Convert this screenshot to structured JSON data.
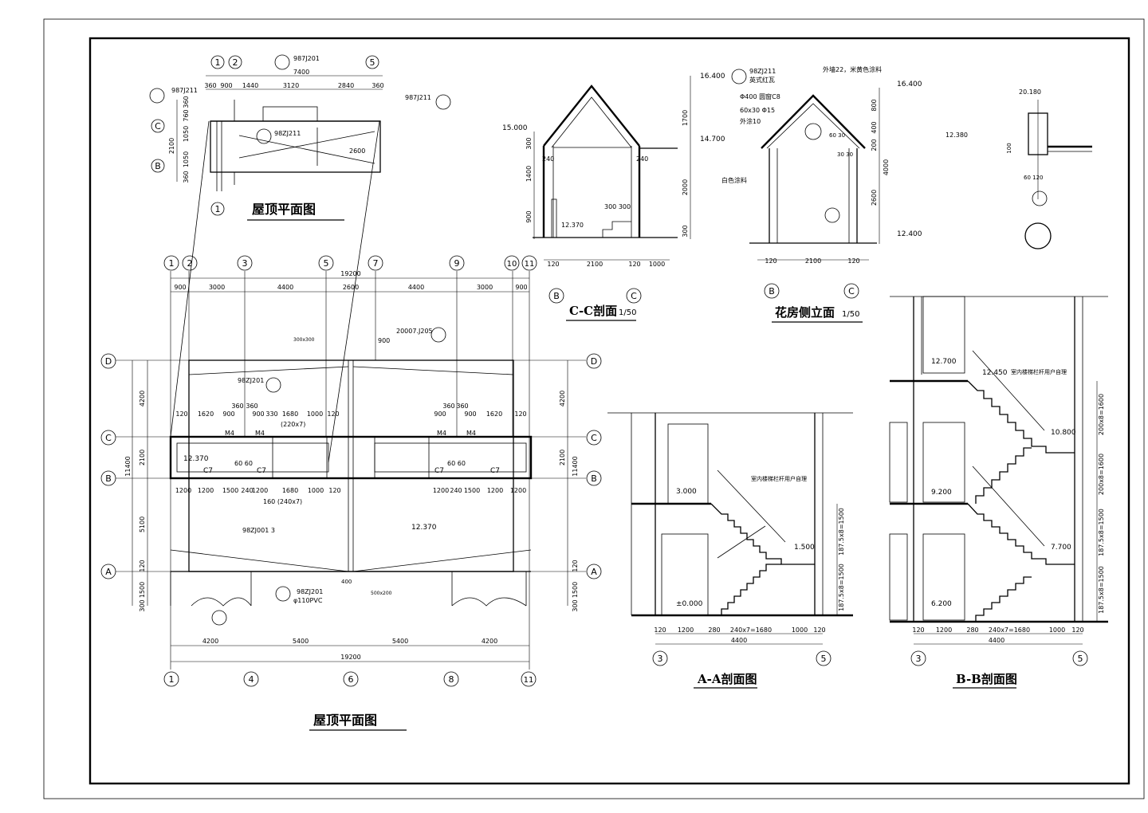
{
  "titles": {
    "roof_small": "屋顶平面图",
    "roof_large": "屋顶平面图",
    "section_cc": "C-C剖面",
    "section_cc_scale": "1/50",
    "flower_side": "花房侧立面",
    "flower_side_scale": "1/50",
    "section_aa": "A-A剖面图",
    "section_bb": "B-B剖面图"
  },
  "roof_small": {
    "axes_top": [
      "1",
      "2",
      "5"
    ],
    "axes_left": [
      "C",
      "B"
    ],
    "axis_bottom": "1",
    "dims_top_total": "7400",
    "dims_top": [
      "360",
      "900",
      "1440",
      "3120",
      "2840",
      "360"
    ],
    "dims_left": [
      "2100",
      "1050",
      "1050",
      "360",
      "360",
      "760"
    ],
    "ref_tag_top": "987J201",
    "ref_tag_left": "987J211",
    "ref_tag_right": "987J211",
    "ref_tag_mid": "98ZJ211",
    "dim_2600": "2600"
  },
  "roof_large": {
    "axes_top": [
      "1",
      "2",
      "3",
      "5",
      "7",
      "9",
      "10",
      "11"
    ],
    "axes_bottom": [
      "1",
      "4",
      "6",
      "8",
      "11"
    ],
    "axes_rows": [
      "D",
      "C",
      "B",
      "A"
    ],
    "total_top": "19200",
    "total_bottom": "19200",
    "dims_top": [
      "900",
      "3000",
      "4400",
      "2600",
      "4400",
      "3000",
      "900"
    ],
    "dims_bottom": [
      "4200",
      "5400",
      "5400",
      "4200"
    ],
    "dims_left": [
      "4200",
      "2100",
      "5100",
      "120",
      "1500",
      "300"
    ],
    "total_left": "11400",
    "total_right": "11400",
    "dims_row1": [
      "120",
      "1620",
      "900",
      "360",
      "360",
      "900",
      "330",
      "1680",
      "1000",
      "120"
    ],
    "dims_row1_right": [
      "900",
      "360",
      "360",
      "900",
      "1620",
      "120"
    ],
    "dims_row2": [
      "1200",
      "1200",
      "1500",
      "240",
      "1200",
      "1680",
      "1000",
      "120"
    ],
    "dims_row2_right": [
      "1200",
      "240",
      "1500",
      "1200",
      "1200"
    ],
    "elev_left": "12.370",
    "elev_bottom": "12.370",
    "labels": {
      "c7": "C7",
      "m4": "M4",
      "stair_note": "(220x7)",
      "stair_note2": "160 (240x7)",
      "ref_1": "98ZJ201",
      "ref_2": "20007.J205",
      "ref_3": "98ZJ001 3",
      "ref_pvc": "98ZJ201",
      "pvc": "φ110PVC",
      "d300": "300x300",
      "d500": "500x200",
      "d900": "900",
      "gap": "60 60",
      "d400": "400"
    }
  },
  "section_cc": {
    "elev_top": "16.400",
    "elev_eave": "14.700",
    "elev_left": "15.000",
    "elev_floor": "12.370",
    "dims_right": [
      "1700",
      "2000",
      "300"
    ],
    "dims_left": [
      "300",
      "1400",
      "900"
    ],
    "dims_bottom": [
      "120",
      "2100",
      "120",
      "1000"
    ],
    "note_240": "240",
    "note_300": "300 300",
    "axes": [
      "B",
      "C"
    ]
  },
  "flower_side": {
    "elev_top": "16.400",
    "elev_bottom": "12.400",
    "dims_right": [
      "800",
      "200",
      "400",
      "2600",
      "4000"
    ],
    "dims_bottom": [
      "120",
      "2100",
      "120"
    ],
    "note_ref": "98ZJ211",
    "note_tile": "英式红瓦",
    "note_window": "Φ400 圆窗C8",
    "note_beam": "60x30 Φ15",
    "note_out": "外涂10",
    "note_paint": "外墙22，米黄色涂料",
    "note_white": "白色涂料",
    "dim_6030": "60 30",
    "dim_3030": "30 30",
    "axes": [
      "B",
      "C"
    ]
  },
  "detail": {
    "elev_top": "20.180",
    "elev_mid": "12.380",
    "dim_a": "100",
    "dim_b": "60 120"
  },
  "section_aa": {
    "elevs": [
      "3.000",
      "1.500",
      "±0.000"
    ],
    "dims_bottom": [
      "120",
      "1200",
      "280",
      "240x7=1680",
      "1000",
      "120"
    ],
    "total": "4400",
    "dims_right": [
      "187.5x8=1500",
      "187.5x8=1500"
    ],
    "note": "室内楼梯栏杆用户自理",
    "axes": [
      "3",
      "5"
    ]
  },
  "section_bb": {
    "elevs": [
      "12.700",
      "12.450",
      "10.800",
      "9.200",
      "7.700",
      "6.200"
    ],
    "dims_bottom": [
      "120",
      "1200",
      "280",
      "240x7=1680",
      "1000",
      "120"
    ],
    "total": "4400",
    "dims_right": [
      "200x8=1600",
      "200x8=1600",
      "187.5x8=1500",
      "187.5x8=1500"
    ],
    "note": "室内楼梯栏杆用户自理",
    "axes": [
      "3",
      "5"
    ]
  }
}
